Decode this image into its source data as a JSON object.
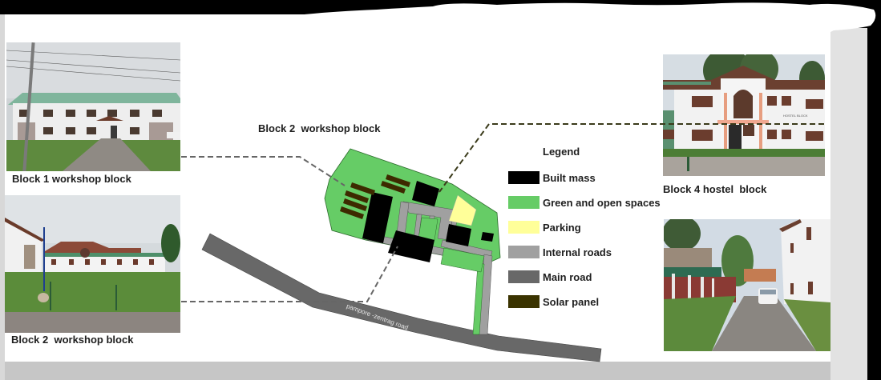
{
  "plan": {
    "title": "Block 2  workshop block",
    "road_label": "pampore -zentrag road"
  },
  "photos": [
    {
      "id": "block1",
      "caption": "Block 1 workshop block",
      "description": "two-storey white workshop building with green roof, access road and fence"
    },
    {
      "id": "block2",
      "caption": "Block 2  workshop block",
      "description": "white buildings with green roofs behind grass lawn"
    },
    {
      "id": "block4",
      "caption": "Block 4 hostel  block",
      "description": "white hostel building with arched window and pink portico"
    },
    {
      "id": "lane",
      "caption": "",
      "description": "internal lane with parked white car beside boundary wall"
    }
  ],
  "legend": {
    "title": "Legend",
    "items": [
      {
        "label": "Built mass",
        "color": "#000000"
      },
      {
        "label": "Green and open spaces",
        "color": "#66cc66"
      },
      {
        "label": "Parking",
        "color": "#ffff99"
      },
      {
        "label": "Internal roads",
        "color": "#a0a0a0"
      },
      {
        "label": "Main road",
        "color": "#686868"
      },
      {
        "label": "Solar panel",
        "color": "#3a3300"
      }
    ]
  },
  "colors": {
    "built_mass": "#000000",
    "green": "#66cc66",
    "parking": "#ffff99",
    "internal_road": "#a0a0a0",
    "main_road": "#686868",
    "solar": "#3d2a00",
    "leader_line": "#666666"
  }
}
